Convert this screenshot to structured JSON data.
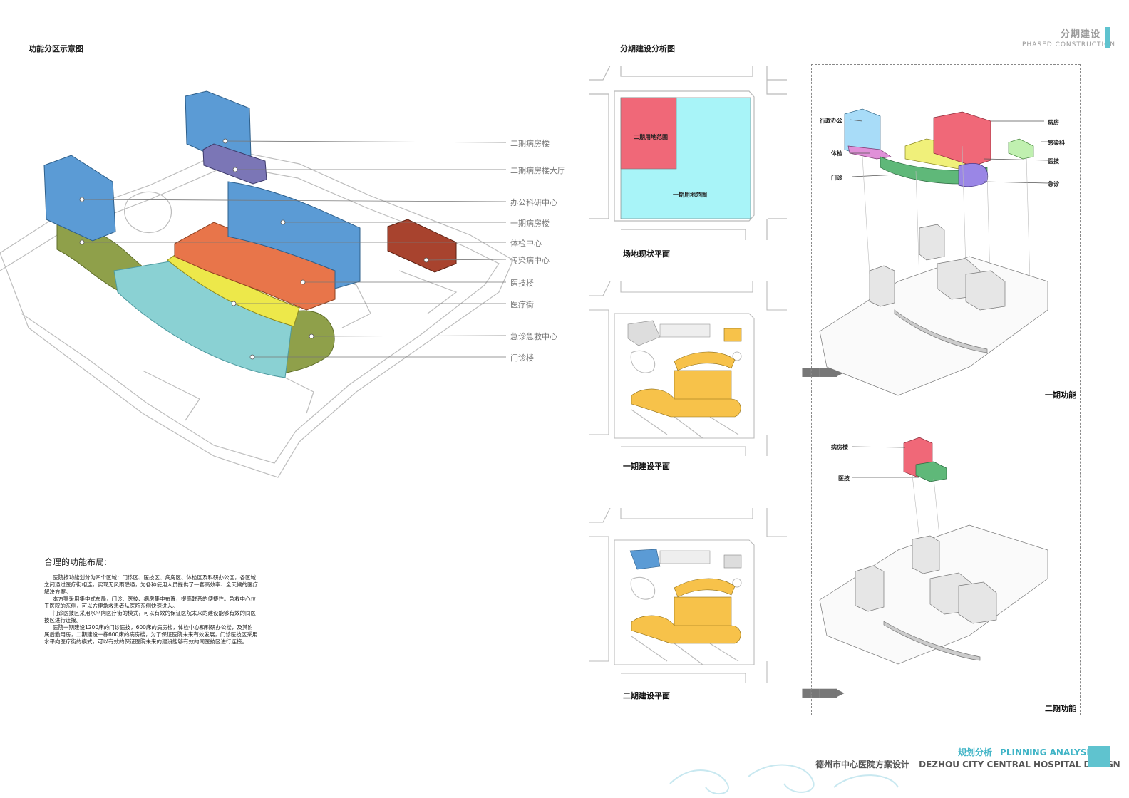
{
  "header": {
    "title_cn": "分期建设",
    "title_en": "PHASED CONSTRUCTION"
  },
  "left": {
    "section_title": "功能分区示意图",
    "labels": [
      "二期病房楼",
      "二期病房楼大厅",
      "办公科研中心",
      "一期病房楼",
      "体检中心",
      "传染病中心",
      "医技楼",
      "医疗街",
      "急诊急救中心",
      "门诊楼"
    ],
    "text_title": "合理的功能布局:",
    "paragraphs": [
      "医院按功能划分为四个区域：门诊区、医技区、病房区、体检区及科研办公区，各区域之间通过医疗街相连，实现无风雨联通，为各种使用人员提供了一套高效率、全天候的医疗解决方案。",
      "本方案采用集中式布局，门诊、医技、病房集中布置，提高联系的便捷性。急救中心位于医院的东侧，可以方便急救患者从医院东侧快速进入。",
      "门诊医技区采用水平向医疗街的模式，可以有效的保证医院未来的建设能够有效的同医技区进行连接。",
      "医院一期建设1200床的门诊医技，600床的病房楼，体检中心和科研办公楼，及其附属后勤用房，二期建设一栋600床的病房楼，为了保证医院未来有效发展，门诊医技区采用水平向医疗街的模式，可以有效的保证医院未来的建设能够有效的同医技区进行连接。"
    ]
  },
  "right": {
    "section_title": "分期建设分析图",
    "plans": [
      {
        "caption": "场地现状平面",
        "zone_phase2": "二期用地范围",
        "zone_phase1": "一期用地范围"
      },
      {
        "caption": "一期建设平面"
      },
      {
        "caption": "二期建设平面"
      }
    ],
    "phase1": {
      "caption": "一期功能",
      "labels": [
        "行政办公",
        "体检",
        "门诊",
        "病房",
        "感染科",
        "医技",
        "急诊"
      ]
    },
    "phase2": {
      "caption": "二期功能",
      "labels": [
        "病房楼",
        "医技"
      ]
    }
  },
  "footer": {
    "analysis_cn": "规划分析",
    "analysis_en": "PLINNING ANALYSIS",
    "project_cn": "德州市中心医院方案设计",
    "project_en": "DEZHOU CITY CENTRAL HOSPITAL DESIGN"
  },
  "colors": {
    "blue": "#5b9bd5",
    "purple": "#7b76b6",
    "olive": "#8fa04a",
    "orange": "#e8754a",
    "yellow": "#ede84a",
    "teal": "#8ad1d3",
    "brown": "#a8432e",
    "red": "#f06878",
    "cyan": "#a8f4f8",
    "green": "#5fb879",
    "mint": "#c0f0b0",
    "pink": "#e090d8",
    "violet": "#9a86e6",
    "gold": "#f7c24a",
    "accent": "#5fc3cf"
  }
}
